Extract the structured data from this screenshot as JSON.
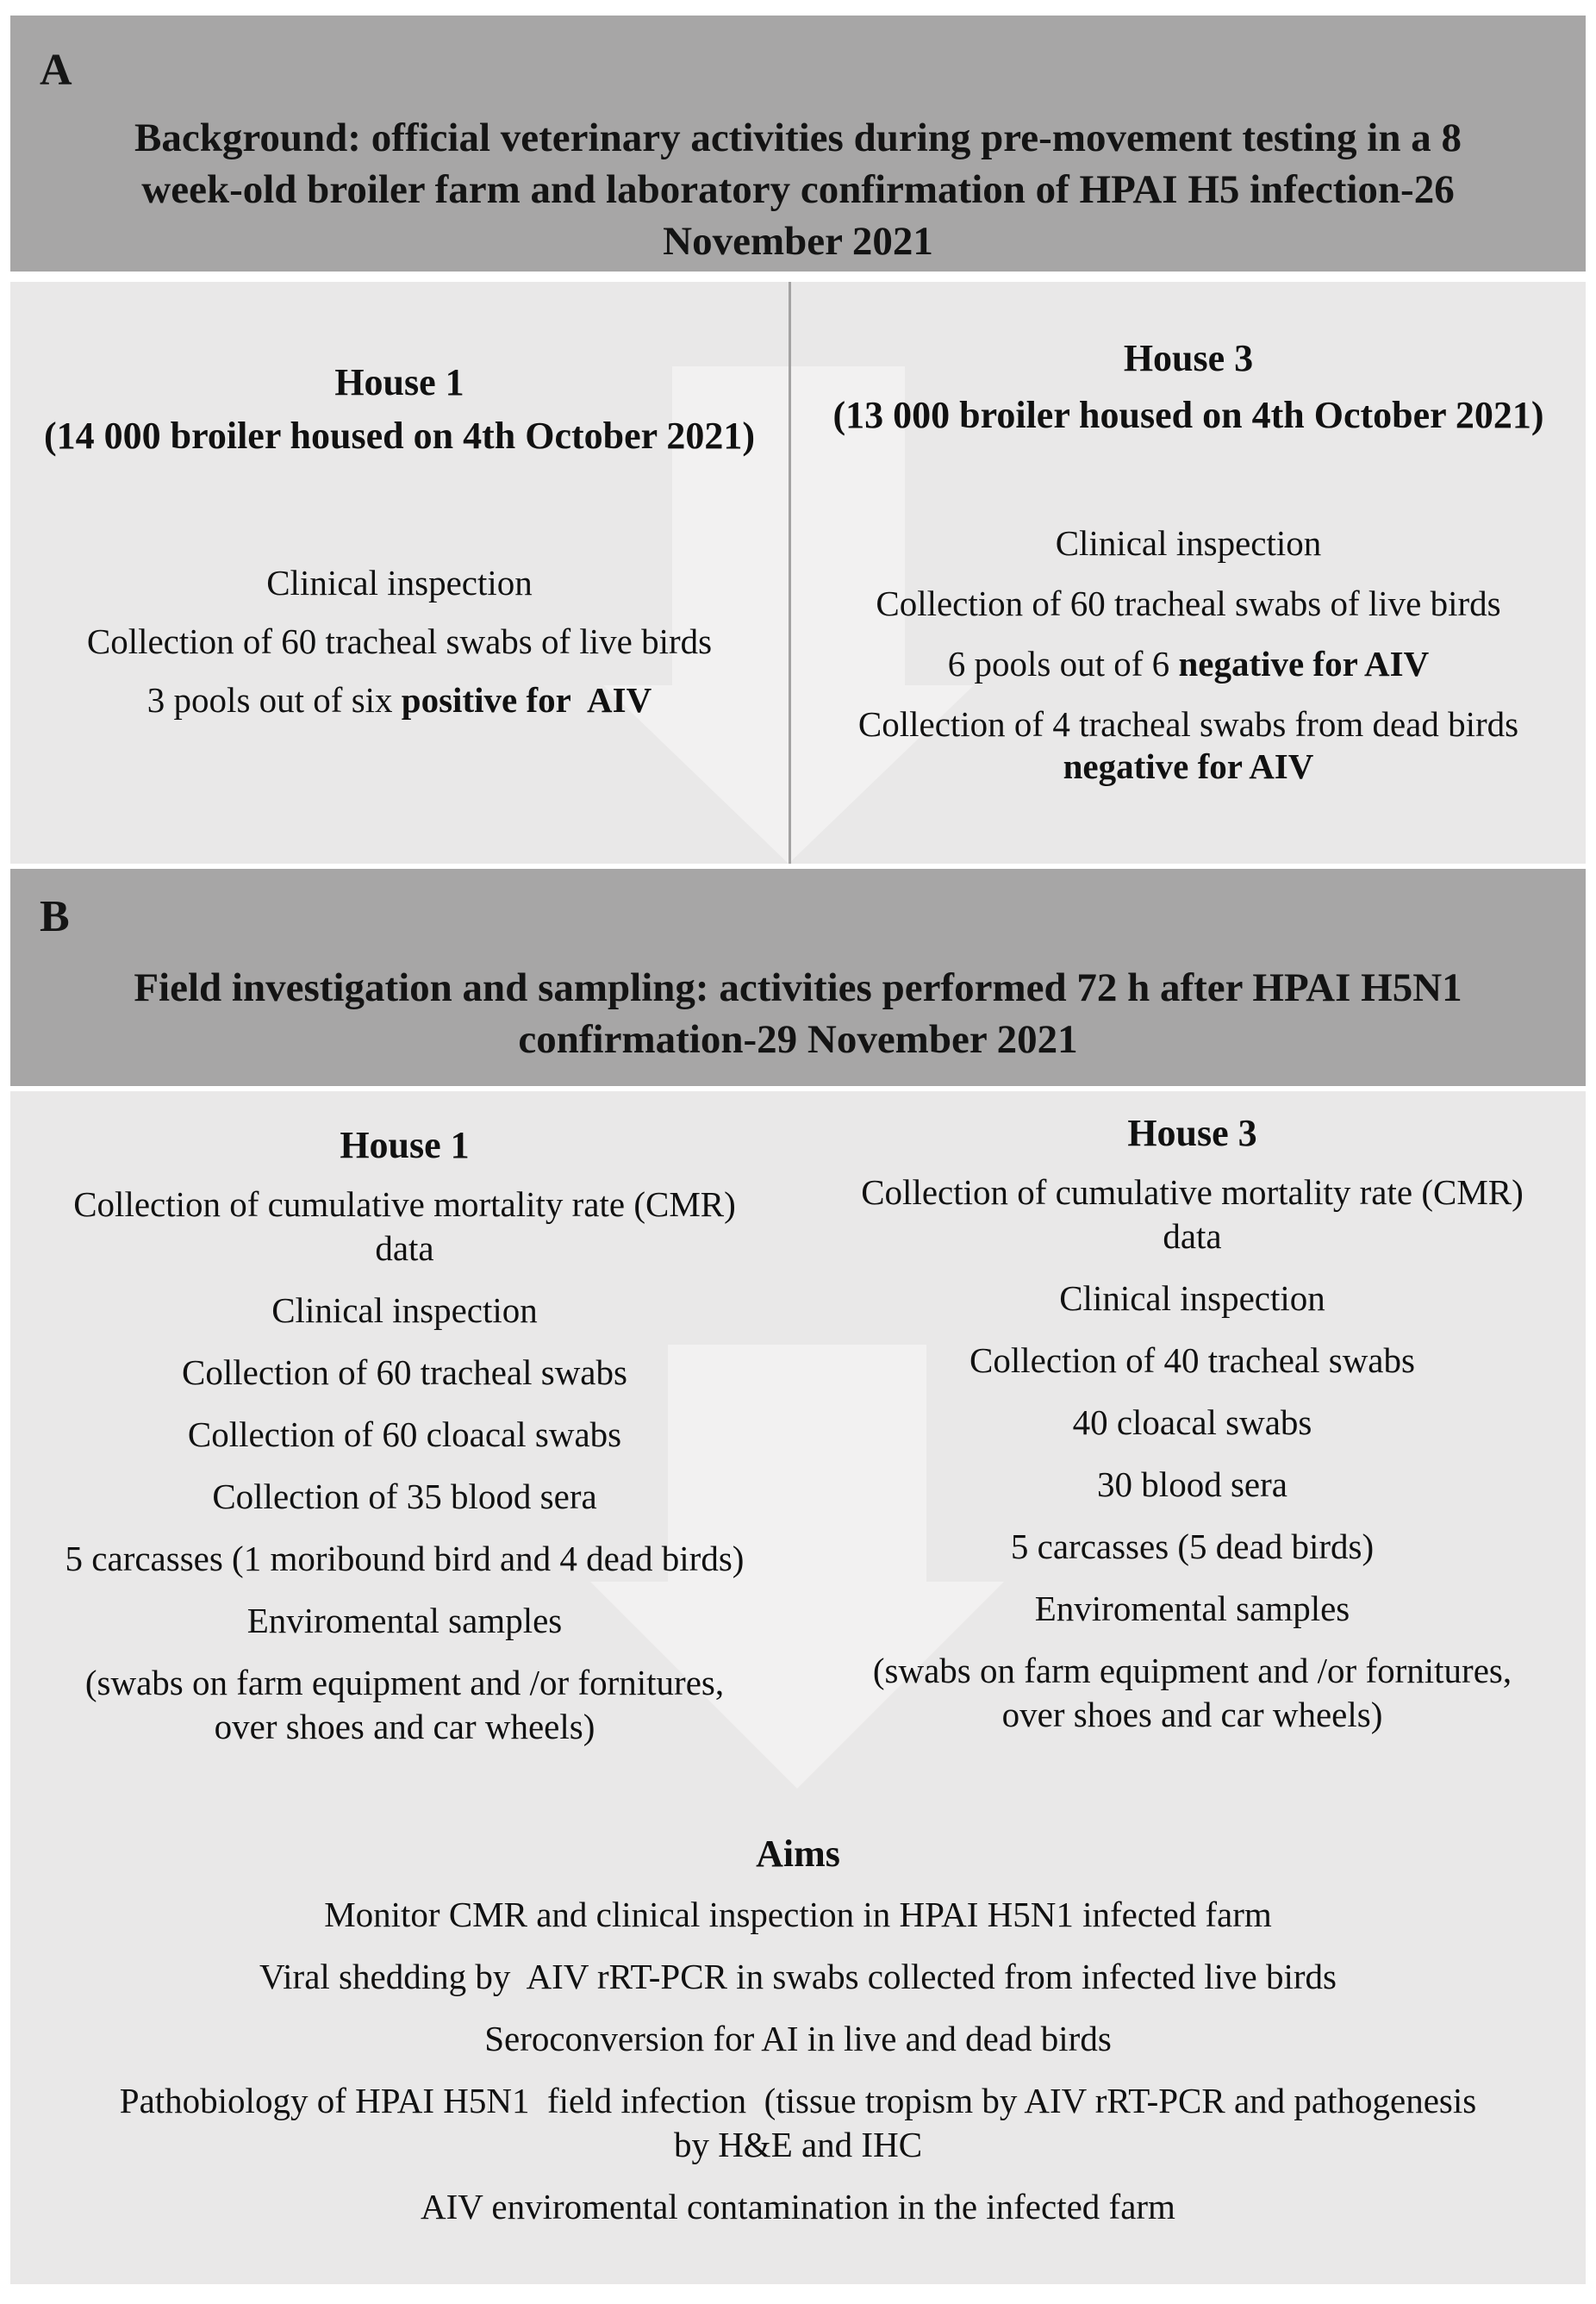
{
  "colors": {
    "header_bg": "#a7a6a6",
    "body_bg": "#e9e8e8",
    "watermark_arrow": "#f2f1f1",
    "divider": "#a3a2a2",
    "text": "#111111",
    "page_bg": "#ffffff"
  },
  "panelA": {
    "label": "A",
    "title_lines": [
      "Background: official veterinary activities during pre-movement testing in a 8",
      "week-old broiler farm and laboratory confirmation of HPAI H5 infection-26",
      "November 2021"
    ],
    "house1": {
      "heading": "House 1",
      "subheading": "(14 000 broiler housed on 4th October 2021)",
      "line1": "Clinical inspection",
      "line2": "Collection of 60 tracheal swabs of live birds",
      "line3_normal": "3 pools out of six ",
      "line3_bold": "positive for  AIV"
    },
    "house3": {
      "heading": "House 3",
      "subheading": "(13 000 broiler housed on 4th October 2021)",
      "line1": "Clinical inspection",
      "line2": "Collection of 60 tracheal swabs of live birds",
      "line3_normal": "6 pools out of 6 ",
      "line3_bold": "negative for AIV",
      "line4": "Collection of 4 tracheal swabs from dead birds",
      "line5_bold": "negative for AIV"
    }
  },
  "panelB": {
    "label": "B",
    "title_lines": [
      "Field investigation and sampling: activities performed 72 h after HPAI H5N1",
      "confirmation-29 November 2021"
    ],
    "house1": {
      "heading": "House 1",
      "line1a": "Collection of cumulative mortality rate (CMR)",
      "line1b": "data",
      "line2": "Clinical inspection",
      "line3": "Collection of 60 tracheal swabs",
      "line4": "Collection of 60 cloacal swabs",
      "line5": "Collection of 35 blood sera",
      "line6": "5 carcasses (1 moribound bird and 4 dead birds)",
      "line7": "Enviromental samples",
      "line8a": "(swabs on farm equipment and /or fornitures,",
      "line8b": "over shoes and car wheels)"
    },
    "house3": {
      "heading": "House 3",
      "line1a": "Collection of cumulative mortality rate (CMR)",
      "line1b": "data",
      "line2": "Clinical inspection",
      "line3": "Collection of 40 tracheal swabs",
      "line4": "40 cloacal swabs",
      "line5": "30 blood sera",
      "line6": "5 carcasses (5 dead birds)",
      "line7": "Enviromental samples",
      "line8a": "(swabs on farm equipment and /or fornitures,",
      "line8b": "over shoes and car wheels)"
    },
    "aims": {
      "heading": "Aims",
      "a1": "Monitor CMR and clinical inspection in HPAI H5N1 infected farm",
      "a2": "Viral shedding by  AIV rRT-PCR in swabs collected from infected live birds",
      "a3": "Seroconversion for AI in live and dead birds",
      "a4a": "Pathobiology of HPAI H5N1  field infection  (tissue tropism by AIV rRT-PCR and pathogenesis",
      "a4b": "by H&E and IHC",
      "a5": "AIV enviromental contamination in the infected farm"
    }
  }
}
